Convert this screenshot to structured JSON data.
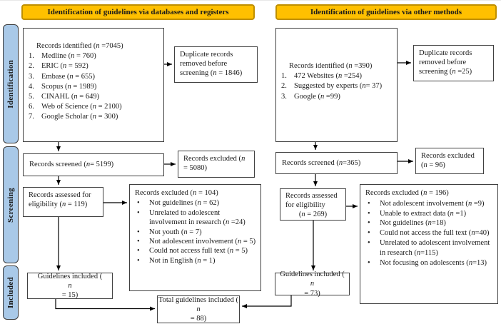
{
  "headers": {
    "databases": "Identification of guidelines via databases and registers",
    "other": "Identification of guidelines via other methods"
  },
  "stages": {
    "identification": "Identification",
    "screening": "Screening",
    "included": "Included"
  },
  "colors": {
    "header_fill": "#FFC000",
    "header_border": "#BF8F00",
    "stage_fill": "#A9C9E8",
    "box_border": "#404040"
  },
  "left_flow": {
    "records_identified": {
      "title": "Records identified (n =7045)",
      "sources": [
        {
          "num": "1.",
          "text": "Medline (n = 760)"
        },
        {
          "num": "2.",
          "text": "ERIC (n = 592)"
        },
        {
          "num": "3.",
          "text": "Embase (n = 655)"
        },
        {
          "num": "4.",
          "text": "Scopus (n = 1989)"
        },
        {
          "num": "5.",
          "text": "CINAHL (n = 649)"
        },
        {
          "num": "6.",
          "text": "Web of Science (n = 2100)"
        },
        {
          "num": "7.",
          "text": "Google Scholar (n = 300)"
        }
      ]
    },
    "duplicates_removed": "Duplicate records removed before screening (n = 1846)",
    "records_screened": "Records screened (n = 5199)",
    "records_excluded": "Records excluded (n = 5080)",
    "assessed_eligibility": "Records assessed for eligibility (n = 119)",
    "exclusions": {
      "title": "Records excluded (n = 104)",
      "reasons": [
        "Not guidelines (n = 62)",
        "Unrelated to adolescent involvement in research (n =24)",
        "Not youth (n = 7)",
        "Not adolescent involvement (n = 5)",
        "Could not access full text (n = 5)",
        "Not in English (n = 1)"
      ]
    },
    "guidelines_included": "Guidelines included (n = 15)"
  },
  "right_flow": {
    "records_identified": {
      "title": "Records identified (n =390)",
      "sources": [
        {
          "num": "1.",
          "text": "472 Websites (n =254)"
        },
        {
          "num": "2.",
          "text": "Suggested by experts (n= 37)"
        },
        {
          "num": "3.",
          "text": "Google (n =99)"
        }
      ]
    },
    "duplicates_removed": "Duplicate records removed before screening (n =25)",
    "records_screened": "Records screened (n =365)",
    "records_excluded": "Records excluded (n = 96)",
    "assessed_eligibility_lines": {
      "l1": "Records assessed",
      "l2": "for eligibility",
      "l3": "(n = 269)"
    },
    "exclusions": {
      "title": "Records excluded (n = 196)",
      "reasons": [
        "Not adolescent involvement (n =9)",
        "Unable to extract data (n =1)",
        "Not guidelines (n=18)",
        "Could not access the full text (n=40)",
        "Unrelated to adolescent involvement in research (n=115)",
        "Not focusing on adolescents (n=13)"
      ]
    },
    "guidelines_included": "Guidelines included (n = 73)"
  },
  "total": "Total guidelines included (n = 88)"
}
